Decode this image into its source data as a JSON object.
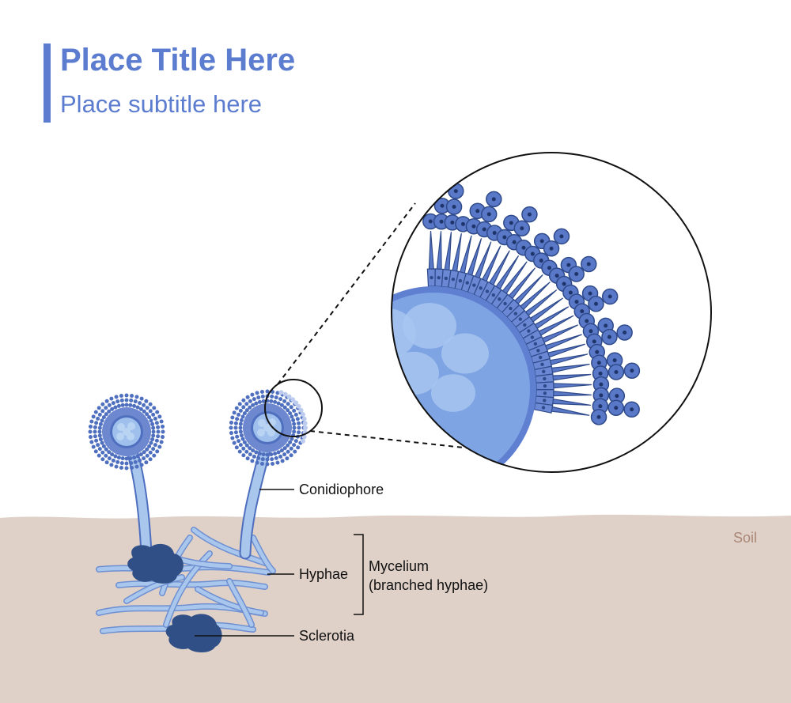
{
  "header": {
    "title": "Place Title Here",
    "subtitle": "Place subtitle here"
  },
  "labels": {
    "soil": "Soil",
    "conidiophore": "Conidiophore",
    "hyphae": "Hyphae",
    "mycelium_line1": "Mycelium",
    "mycelium_line2": "(branched hyphae)",
    "sclerotia": "Sclerotia"
  },
  "colors": {
    "accent": "#5b7ccf",
    "soil": "#dfd1c8",
    "cell": "#5a78c8",
    "cell_dark": "#2f4a8a",
    "hyphae": "#a9c6ec",
    "sclerotia": "#2f4f86"
  }
}
